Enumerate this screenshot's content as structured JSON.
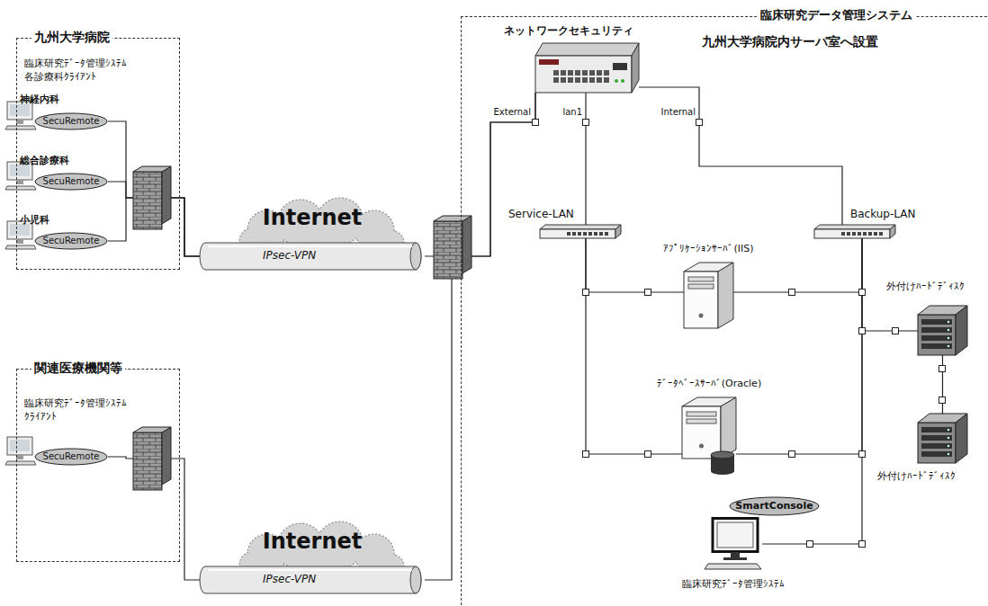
{
  "diagram": {
    "nodes": [
      {
        "text": [
          "九州大学病院",
          "臨床研究ﾃﾞｰﾀ管理ｼｽﾃﾑ 各診療科ｸﾗｲｱﾝﾄ"
        ]
      },
      {
        "text": [
          "SecuRemote"
        ],
        "in": 0
      },
      {
        "text": [
          "SecuRemote"
        ],
        "in": 0
      },
      {
        "text": [
          "SecuRemote"
        ],
        "in": 0
      },
      {
        "text": [
          "関連医療機関等",
          "臨床研究ﾃﾞｰﾀ管理ｼｽﾃﾑ ｸﾗｲｱﾝﾄ"
        ]
      },
      {
        "text": [
          "SecuRemote"
        ],
        "in": 4
      },
      {
        "text": [
          "Internet",
          "IPsec-VPN"
        ]
      },
      {
        "text": [
          "Internet",
          "IPsec-VPN"
        ]
      },
      {
        "text": [
          "臨床研究データ管理システム"
        ]
      },
      {
        "text": [
          "ネットワークセキュリティ"
        ],
        "in": 8
      },
      {
        "text": [
          "Service-LAN"
        ],
        "in": 8
      },
      {
        "text": [
          "Backup-LAN"
        ],
        "in": 8
      },
      {
        "text": [
          "ｱﾌﾟﾘｹｰｼｮﾝｻｰﾊﾞ(IIS)"
        ],
        "in": 8
      },
      {
        "text": [
          "ﾃﾞｰﾀﾍﾞｰｽｻｰﾊﾞ(Oracle)"
        ],
        "in": 8
      },
      {
        "text": [
          "外付けﾊｰﾄﾞﾃﾞｨｽｸ"
        ],
        "in": 8
      },
      {
        "text": [
          "外付けﾊｰﾄﾞﾃﾞｨｽｸ"
        ],
        "in": 8
      },
      {
        "text": [
          "臨床研究ﾃﾞｰﾀ管理ｼｽﾃﾑ"
        ],
        "in": 8
      },
      {
        "text": [
          "SmartConsole"
        ],
        "in": 16
      }
    ],
    "edges": [
      {
        "from": 1,
        "to": 6,
        "arrow": "none"
      },
      {
        "from": 2,
        "to": 6,
        "arrow": "none"
      },
      {
        "from": 3,
        "to": 6,
        "arrow": "none"
      },
      {
        "from": 5,
        "to": 7,
        "arrow": "none"
      },
      {
        "from": 6,
        "to": 9,
        "arrow": "none"
      },
      {
        "from": 7,
        "to": 9,
        "arrow": "none"
      },
      {
        "from": 9,
        "to": 10,
        "arrow": "none"
      },
      {
        "from": 9,
        "to": 11,
        "arrow": "none"
      },
      {
        "from": 10,
        "to": 12,
        "arrow": "none"
      },
      {
        "from": 10,
        "to": 13,
        "arrow": "none"
      },
      {
        "from": 11,
        "to": 12,
        "arrow": "none"
      },
      {
        "from": 11,
        "to": 13,
        "arrow": "none"
      },
      {
        "from": 11,
        "to": 14,
        "arrow": "none"
      },
      {
        "from": 14,
        "to": 15,
        "arrow": "none"
      },
      {
        "from": 11,
        "to": 16,
        "arrow": "none"
      }
    ],
    "labels": [
      "神経内科",
      "総合診療科",
      "小児科",
      "External",
      "lan1",
      "Internal",
      "九州大学病院内サーバ室へ設置"
    ]
  }
}
